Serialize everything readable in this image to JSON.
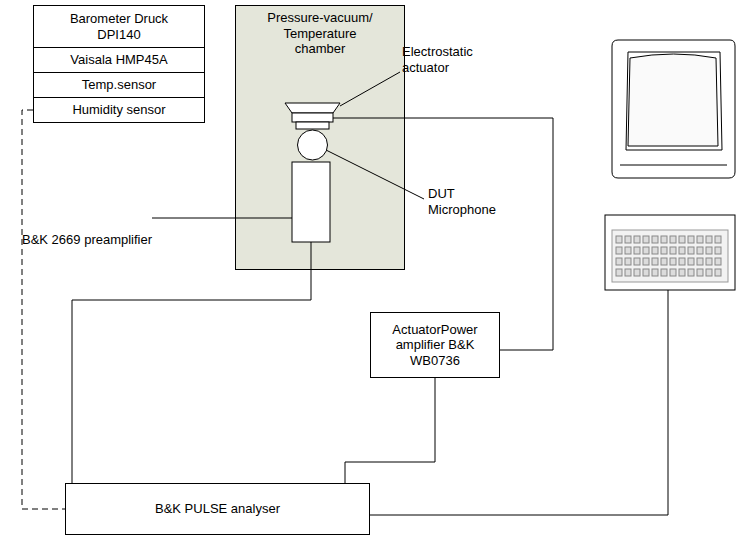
{
  "diagram": {
    "nodes": [
      {
        "text": [
          "Barometer Druck DPI140"
        ]
      },
      {
        "text": [
          "Vaisala HMP45A"
        ]
      },
      {
        "text": [
          "Temp.sensor"
        ]
      },
      {
        "text": [
          "Humidity sensor"
        ]
      },
      {
        "text": [
          "Pressure-vacuum/ Temperature chamber"
        ]
      },
      {
        "text": [
          "ActuatorPower amplifier B&K WB0736"
        ]
      },
      {
        "text": [
          "B&K PULSE analyser"
        ]
      }
    ],
    "edges": [
      {
        "from": 3,
        "to": 6,
        "arrow": "none"
      },
      {
        "from": 5,
        "to": 6,
        "arrow": "none"
      }
    ],
    "labels": [
      "Electrostatic actuator",
      "DUT Microphone",
      "B&K 2669 preamplifier"
    ]
  }
}
